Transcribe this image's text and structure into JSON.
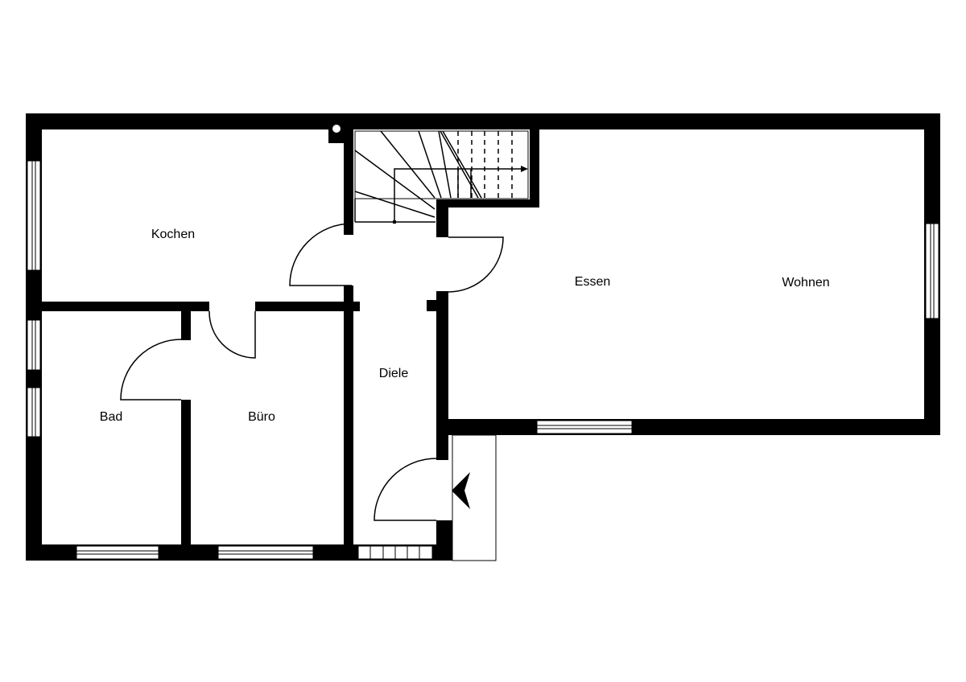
{
  "plan": {
    "wall_color": "#000000",
    "background_color": "#ffffff",
    "rooms": {
      "kitchen": "Kochen",
      "dining": "Essen",
      "living": "Wohnen",
      "hall": "Diele",
      "bath": "Bad",
      "office": "Büro"
    },
    "icons": [
      "entrance-arrow-icon",
      "stair-direction-arrow-icon",
      "chimney-icon"
    ]
  }
}
